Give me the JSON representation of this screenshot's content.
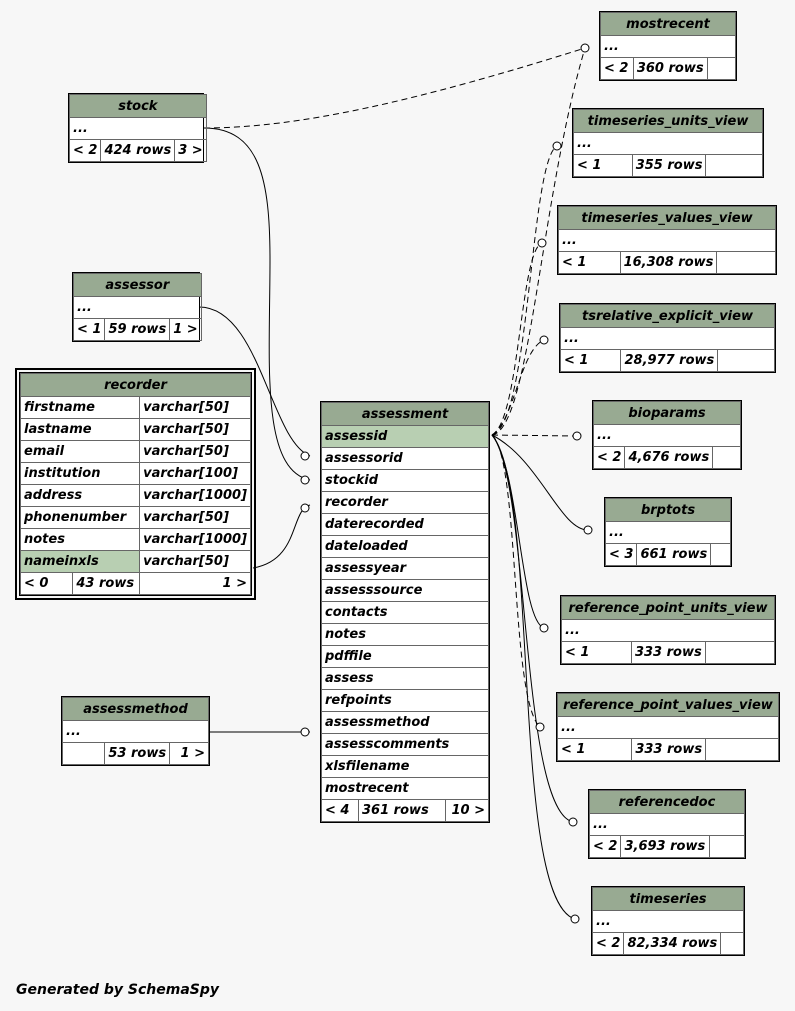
{
  "tables": [
    {
      "id": "mostrecent",
      "name": "mostrecent",
      "body": "...",
      "footer": {
        "children": "< 2",
        "rows": "360 rows",
        "parents": ""
      }
    },
    {
      "id": "stock",
      "name": "stock",
      "body": "...",
      "footer": {
        "children": "< 2",
        "rows": "424 rows",
        "parents": "3 >"
      }
    },
    {
      "id": "timeseries_units_view",
      "name": "timeseries_units_view",
      "body": "...",
      "footer": {
        "children": "< 1",
        "rows": "355 rows",
        "parents": ""
      }
    },
    {
      "id": "timeseries_values_view",
      "name": "timeseries_values_view",
      "body": "...",
      "footer": {
        "children": "< 1",
        "rows": "16,308 rows",
        "parents": ""
      }
    },
    {
      "id": "assessor",
      "name": "assessor",
      "body": "...",
      "footer": {
        "children": "< 1",
        "rows": "59 rows",
        "parents": "1 >"
      }
    },
    {
      "id": "tsrelative_explicit_view",
      "name": "tsrelative_explicit_view",
      "body": "...",
      "footer": {
        "children": "< 1",
        "rows": "28,977 rows",
        "parents": ""
      }
    },
    {
      "id": "bioparams",
      "name": "bioparams",
      "body": "...",
      "footer": {
        "children": "< 2",
        "rows": "4,676 rows",
        "parents": ""
      }
    },
    {
      "id": "brptots",
      "name": "brptots",
      "body": "...",
      "footer": {
        "children": "< 3",
        "rows": "661 rows",
        "parents": ""
      }
    },
    {
      "id": "reference_point_units_view",
      "name": "reference_point_units_view",
      "body": "...",
      "footer": {
        "children": "< 1",
        "rows": "333 rows",
        "parents": ""
      }
    },
    {
      "id": "reference_point_values_view",
      "name": "reference_point_values_view",
      "body": "...",
      "footer": {
        "children": "< 1",
        "rows": "333 rows",
        "parents": ""
      }
    },
    {
      "id": "assessmethod",
      "name": "assessmethod",
      "body": "...",
      "footer": {
        "children": "",
        "rows": "53 rows",
        "parents": "1 >"
      }
    },
    {
      "id": "referencedoc",
      "name": "referencedoc",
      "body": "...",
      "footer": {
        "children": "< 2",
        "rows": "3,693 rows",
        "parents": ""
      }
    },
    {
      "id": "timeseries",
      "name": "timeseries",
      "body": "...",
      "footer": {
        "children": "< 2",
        "rows": "82,334 rows",
        "parents": ""
      }
    }
  ],
  "recorder": {
    "name": "recorder",
    "columns": [
      {
        "name": "firstname",
        "type": "varchar[50]"
      },
      {
        "name": "lastname",
        "type": "varchar[50]"
      },
      {
        "name": "email",
        "type": "varchar[50]"
      },
      {
        "name": "institution",
        "type": "varchar[100]"
      },
      {
        "name": "address",
        "type": "varchar[1000]"
      },
      {
        "name": "phonenumber",
        "type": "varchar[50]"
      },
      {
        "name": "notes",
        "type": "varchar[1000]"
      },
      {
        "name": "nameinxls",
        "type": "varchar[50]"
      }
    ],
    "footer": {
      "children": "< 0",
      "rows": "43 rows",
      "parents": "1 >"
    }
  },
  "assessment": {
    "name": "assessment",
    "columns": [
      "assessid",
      "assessorid",
      "stockid",
      "recorder",
      "daterecorded",
      "dateloaded",
      "assessyear",
      "assesssource",
      "contacts",
      "notes",
      "pdffile",
      "assess",
      "refpoints",
      "assessmethod",
      "assesscomments",
      "xlsfilename",
      "mostrecent"
    ],
    "footer": {
      "children": "< 4",
      "rows": "361 rows",
      "parents": "10 >"
    }
  },
  "footer_text": "Generated by SchemaSpy",
  "colors": {
    "header": "#98aa92",
    "highlight": "#b8cfb2",
    "background": "#f7f7f7"
  }
}
